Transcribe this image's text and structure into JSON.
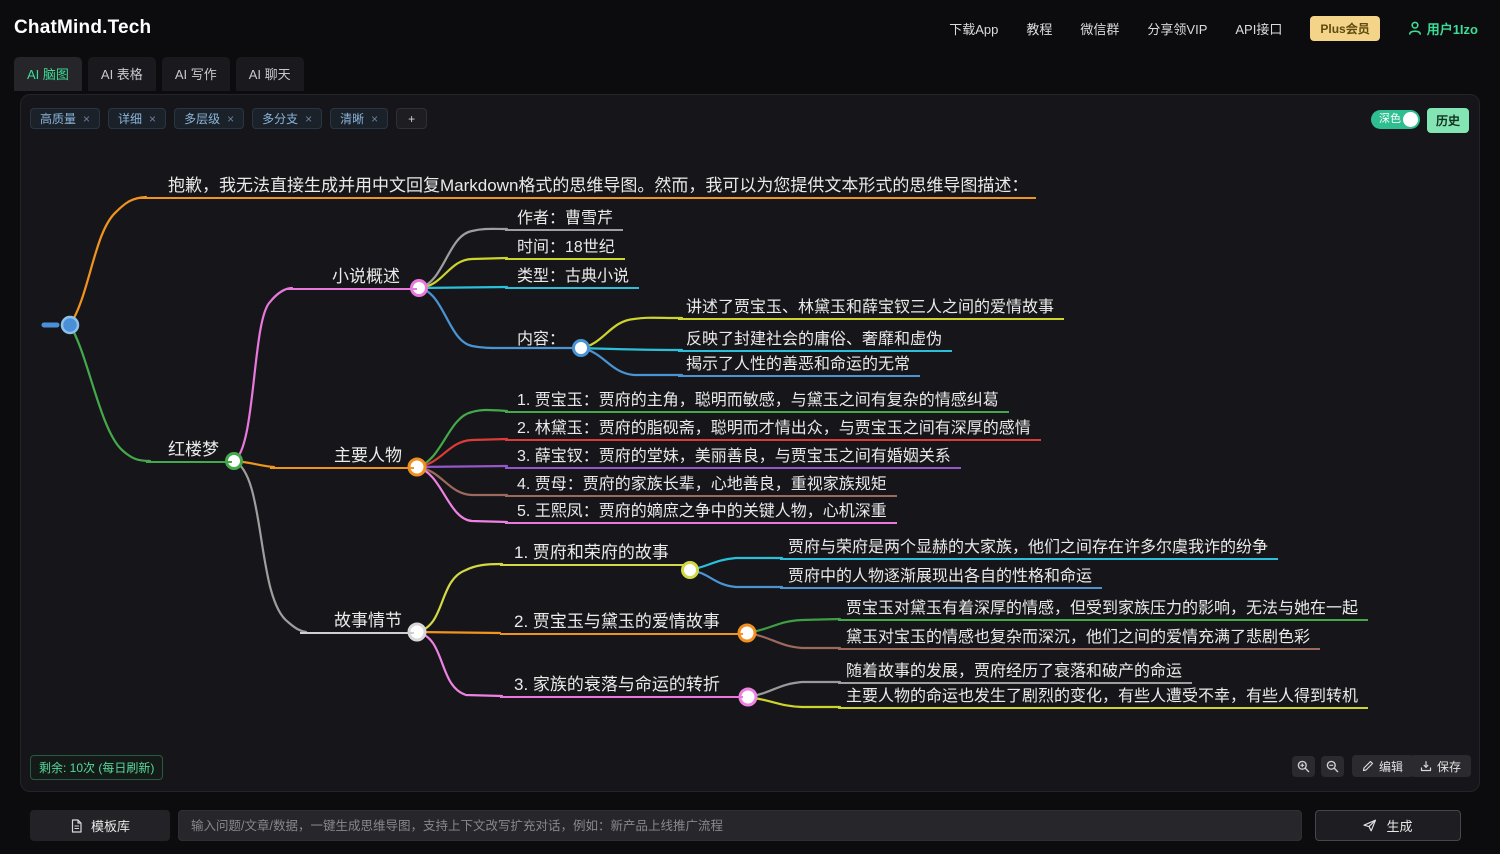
{
  "header": {
    "logo": "ChatMind.Tech",
    "nav": [
      "下载App",
      "教程",
      "微信群",
      "分享领VIP",
      "API接口"
    ],
    "plus_badge": "Plus会员",
    "user": "用户1Izo"
  },
  "tabs": [
    {
      "label": "AI 脑图",
      "active": true
    },
    {
      "label": "AI 表格",
      "active": false
    },
    {
      "label": "AI 写作",
      "active": false
    },
    {
      "label": "AI 聊天",
      "active": false
    }
  ],
  "toolbar": {
    "tags": [
      "高质量",
      "详细",
      "多层级",
      "多分支",
      "清晰"
    ],
    "remove_glyph": "×",
    "add_label": "+",
    "theme_toggle": "深色",
    "history": "历史"
  },
  "mindmap": {
    "nodes": {
      "top_note": "抱歉，我无法直接生成并用中文回复Markdown格式的思维导图。然而，我可以为您提供文本形式的思维导图描述：",
      "root_topic": "红楼梦",
      "overview": "小说概述",
      "author": "作者：曹雪芹",
      "time": "时间：18世纪",
      "type": "类型：古典小说",
      "content": "内容：",
      "content_1": "讲述了贾宝玉、林黛玉和薛宝钗三人之间的爱情故事",
      "content_2": "反映了封建社会的庸俗、奢靡和虚伪",
      "content_3": "揭示了人性的善恶和命运的无常",
      "characters": "主要人物",
      "char_1": "1. 贾宝玉：贾府的主角，聪明而敏感，与黛玉之间有复杂的情感纠葛",
      "char_2": "2. 林黛玉：贾府的脂砚斋，聪明而才情出众，与贾宝玉之间有深厚的感情",
      "char_3": "3. 薛宝钗：贾府的堂妹，美丽善良，与贾宝玉之间有婚姻关系",
      "char_4": "4. 贾母：贾府的家族长辈，心地善良，重视家族规矩",
      "char_5": "5. 王熙凤：贾府的嫡庶之争中的关键人物，心机深重",
      "plot": "故事情节",
      "plot_1": "1. 贾府和荣府的故事",
      "plot_1a": "贾府与荣府是两个显赫的大家族，他们之间存在许多尔虞我诈的纷争",
      "plot_1b": "贾府中的人物逐渐展现出各自的性格和命运",
      "plot_2": "2. 贾宝玉与黛玉的爱情故事",
      "plot_2a": "贾宝玉对黛玉有着深厚的情感，但受到家族压力的影响，无法与她在一起",
      "plot_2b": "黛玉对宝玉的情感也复杂而深沉，他们之间的爱情充满了悲剧色彩",
      "plot_3": "3. 家族的衰落与命运的转折",
      "plot_3a": "随着故事的发展，贾府经历了衰落和破产的命运",
      "plot_3b": "主要人物的命运也发生了剧烈的变化，有些人遭受不幸，有些人得到转机"
    },
    "branch_colors": {
      "orange": "#f0941f",
      "green": "#44a94a",
      "pink": "#e878dc",
      "yellow": "#cdd42c",
      "cyan": "#2bc0da",
      "blue": "#4a94d4",
      "red": "#dd3c36",
      "purple": "#9357c7",
      "brown": "#9c6a5d",
      "gray": "#9e9e9e",
      "root_blue": "#4a90d9"
    }
  },
  "footer": {
    "remaining": "剩余: 10次 (每日刷新)",
    "edit": "编辑",
    "save": "保存"
  },
  "bottom_bar": {
    "template_btn": "模板库",
    "input_placeholder": "输入问题/文章/数据，一键生成思维导图，支持上下文改写扩充对话，例如：新产品上线推广流程",
    "generate_btn": "生成"
  },
  "theme": {
    "accent_green": "#3ddc97",
    "badge_yellow": "#f3d488",
    "panel_bg": "#16161a"
  }
}
